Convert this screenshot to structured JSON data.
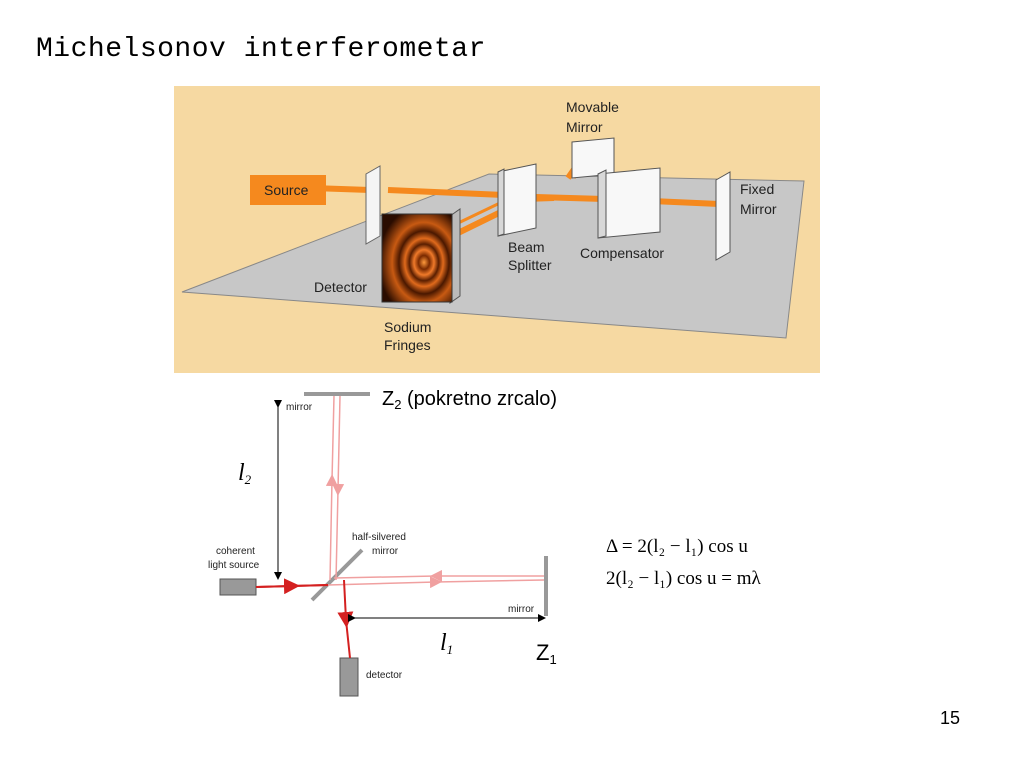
{
  "slide": {
    "title": "Michelsonov interferometar",
    "page_number": "15"
  },
  "top_diagram": {
    "labels": {
      "source": "Source",
      "movable_mirror_1": "Movable",
      "movable_mirror_2": "Mirror",
      "fixed_mirror_1": "Fixed",
      "fixed_mirror_2": "Mirror",
      "beam_splitter_1": "Beam",
      "beam_splitter_2": "Splitter",
      "compensator": "Compensator",
      "detector": "Detector",
      "sodium_fringes_1": "Sodium",
      "sodium_fringes_2": "Fringes"
    },
    "colors": {
      "background": "#f6d9a2",
      "table": "#c7c7c7",
      "beam": "#f5891e",
      "source_box": "#f5891e"
    }
  },
  "bottom_diagram": {
    "labels": {
      "mirror_top": "mirror",
      "mirror_right": "mirror",
      "half_silvered_1": "half-silvered",
      "half_silvered_2": "mirror",
      "coherent_1": "coherent",
      "coherent_2": "light source",
      "detector": "detector",
      "z2_letter": "Z",
      "z2_sub": "2",
      "z2_text": " (pokretno zrcalo)",
      "z1_letter": "Z",
      "z1_sub": "1",
      "l2_letter": "l",
      "l2_sub": "2",
      "l1_letter": "l",
      "l1_sub": "1"
    },
    "colors": {
      "ray_strong": "#d42020",
      "ray_light": "#f0a0a0",
      "component": "#999999"
    }
  },
  "equations": {
    "eq1": "Δ = 2(l₂ − l₁) cos u",
    "eq2": "2(l₂ − l₁) cos u = mλ"
  }
}
